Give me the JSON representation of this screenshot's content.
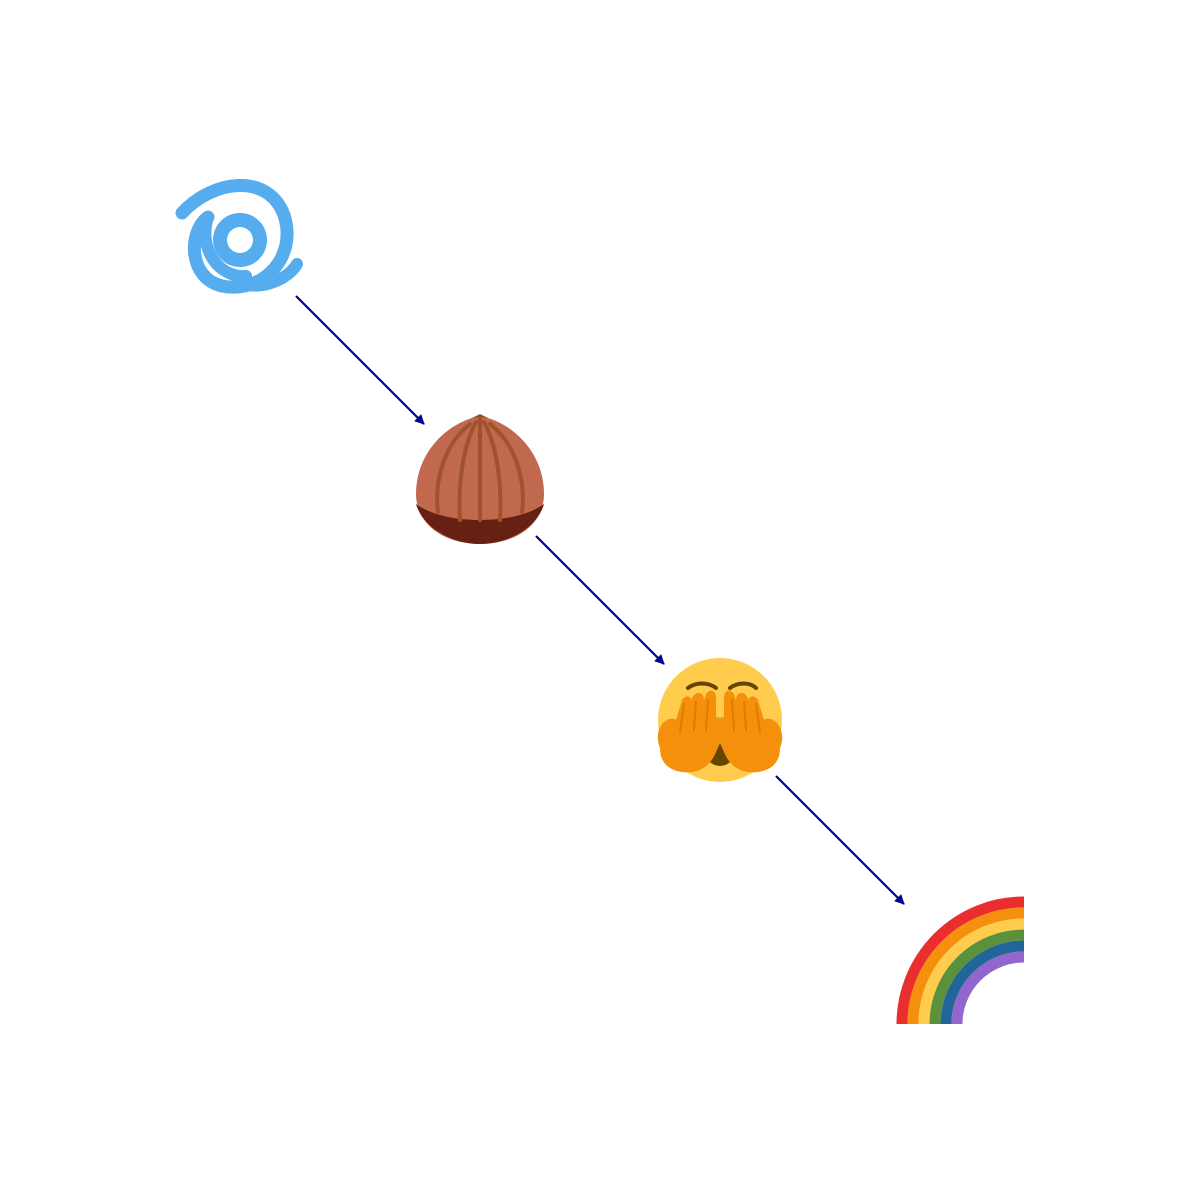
{
  "diagram": {
    "arrow_color": "#00008b",
    "nodes": [
      {
        "id": "cyclone",
        "icon": "cyclone-icon",
        "colors": {
          "primary": "#55acee"
        }
      },
      {
        "id": "chestnut",
        "icon": "chestnut-icon",
        "colors": {
          "shell": "#c1694f",
          "ridge": "#a0522d",
          "base": "#662113"
        }
      },
      {
        "id": "face-peeking",
        "icon": "face-with-peeking-eye-icon",
        "colors": {
          "face": "#ffcc4d",
          "hands": "#f4900c",
          "features": "#664500"
        }
      },
      {
        "id": "rainbow",
        "icon": "rainbow-icon",
        "colors": {
          "bands": [
            "#ea2e2e",
            "#f4900c",
            "#ffcc4d",
            "#5c913b",
            "#226699",
            "#9266cc"
          ]
        }
      }
    ],
    "edges": [
      {
        "from": "cyclone",
        "to": "chestnut"
      },
      {
        "from": "chestnut",
        "to": "face-peeking"
      },
      {
        "from": "face-peeking",
        "to": "rainbow"
      }
    ]
  }
}
